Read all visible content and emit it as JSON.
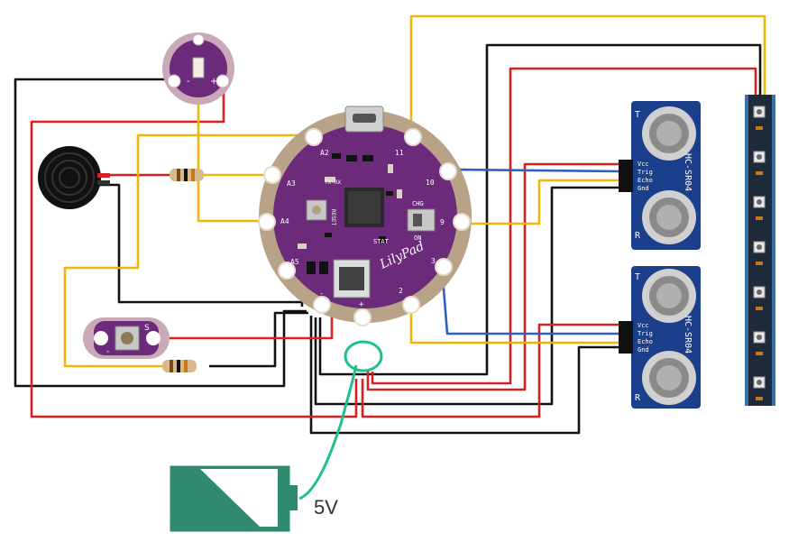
{
  "colors": {
    "wire_black": "#111111",
    "wire_red": "#d92020",
    "wire_yellow": "#f2b705",
    "wire_blue": "#2f5fbf",
    "wire_green": "#1fbf8f",
    "board_purple": "#6b2a7a",
    "board_pad": "#b8a388",
    "sensor_blue": "#1b3f8a",
    "battery_teal": "#2f8a6f"
  },
  "lilypad": {
    "pins": {
      "a2": "A2",
      "a3": "A3",
      "a4": "A4",
      "a5": "A5",
      "p11": "11",
      "p10": "10",
      "p9": "9",
      "p3": "3",
      "p2": "2",
      "minus": "-",
      "plus": "+"
    },
    "labels": {
      "txrx": "TX-RX",
      "reset": "RESET",
      "chg": "CHG",
      "on": "ON",
      "stat": "STAT",
      "logo": "LilyPad"
    }
  },
  "led_module": {
    "minus": "-",
    "plus": "+"
  },
  "button_board": {
    "label": "S",
    "minus": "-"
  },
  "ultrasonic_sensors": [
    {
      "model": "HC-SR04",
      "pins": [
        "Vcc",
        "Trig",
        "Echo",
        "Gnd"
      ],
      "t": "T",
      "r": "R"
    },
    {
      "model": "HC-SR04",
      "pins": [
        "Vcc",
        "Trig",
        "Echo",
        "Gnd"
      ],
      "t": "T",
      "r": "R"
    }
  ],
  "battery": {
    "label": "5V"
  }
}
